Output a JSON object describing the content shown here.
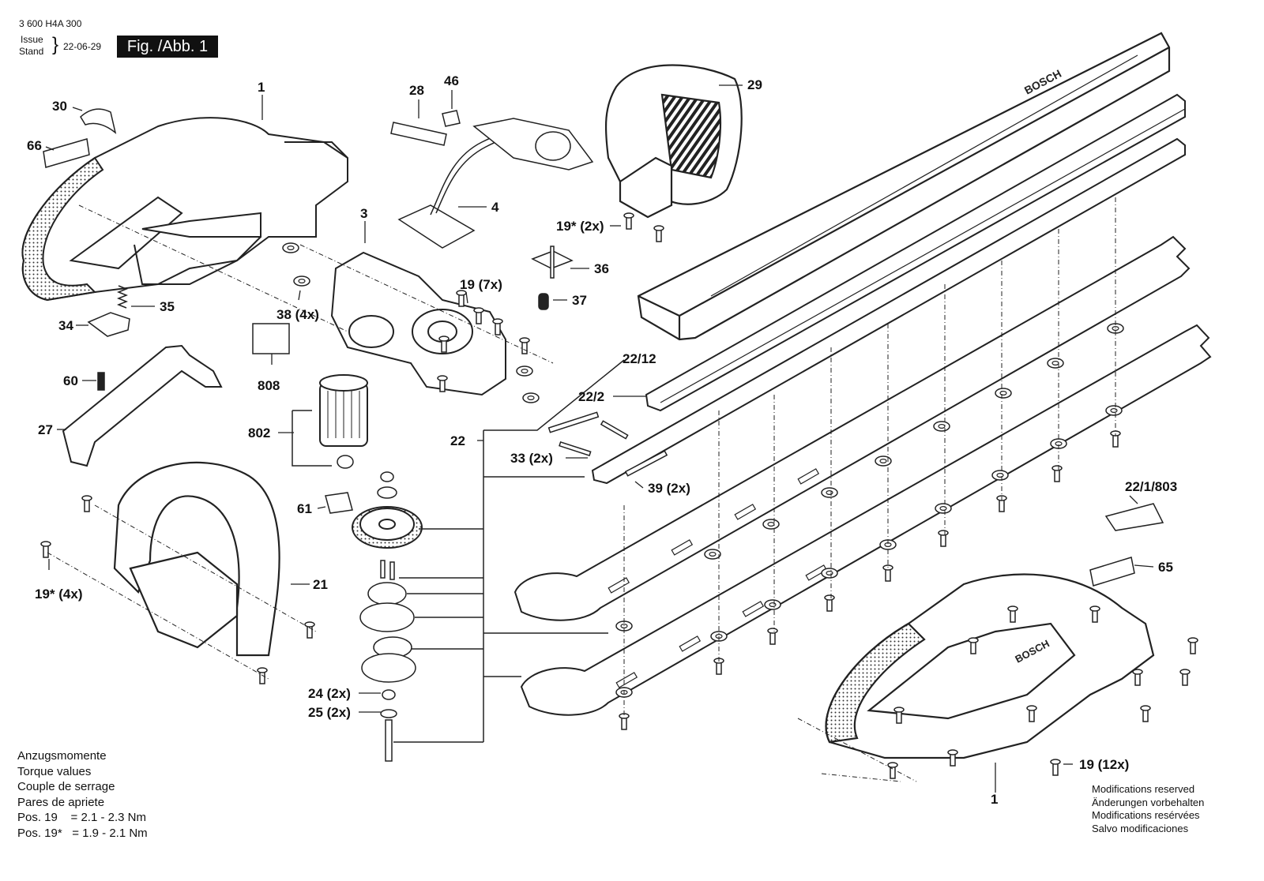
{
  "header": {
    "doc_number": "3 600 H4A 300",
    "issue_label": "Issue",
    "stand_label": "Stand",
    "date": "22-06-29",
    "figure": "Fig. /Abb. 1"
  },
  "callouts": {
    "p1_top": "1",
    "p30": "30",
    "p66": "66",
    "p28": "28",
    "p46": "46",
    "p29": "29",
    "p4": "4",
    "p3": "3",
    "p35": "35",
    "p34": "34",
    "p38": "38 (4x)",
    "p19_7": "19 (7x)",
    "p19s_2": "19* (2x)",
    "p36": "36",
    "p37": "37",
    "p808": "808",
    "p60": "60",
    "p27": "27",
    "p802": "802",
    "p22_12": "22/12",
    "p22_2": "22/2",
    "p22": "22",
    "p33": "33 (2x)",
    "p39": "39 (2x)",
    "p22_1_803": "22/1/803",
    "p61": "61",
    "p21": "21",
    "p19s_4": "19* (4x)",
    "p65": "65",
    "p24": "24 (2x)",
    "p25": "25 (2x)",
    "p19_12": "19 (12x)",
    "p1_bottom": "1"
  },
  "torque": {
    "lines": [
      "Anzugsmomente",
      "Torque values",
      "Couple de serrage",
      "Pares de apriete"
    ],
    "pos19": "Pos. 19    = 2.1 - 2.3 Nm",
    "pos19s": "Pos. 19*   = 1.9 - 2.1 Nm"
  },
  "notes": {
    "en": "Modifications reserved",
    "de": "Änderungen vorbehalten",
    "fr": "Modifications resérvées",
    "es": "Salvo modificaciones"
  },
  "brand": "BOSCH"
}
